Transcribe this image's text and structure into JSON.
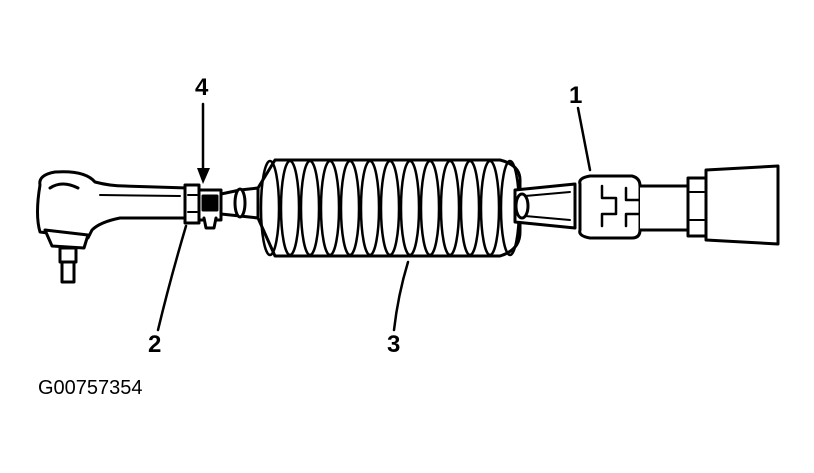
{
  "callouts": {
    "one": "1",
    "two": "2",
    "three": "3",
    "four": "4"
  },
  "figure_id": "G00757354",
  "colors": {
    "ink": "#000000",
    "paper": "#ffffff"
  }
}
